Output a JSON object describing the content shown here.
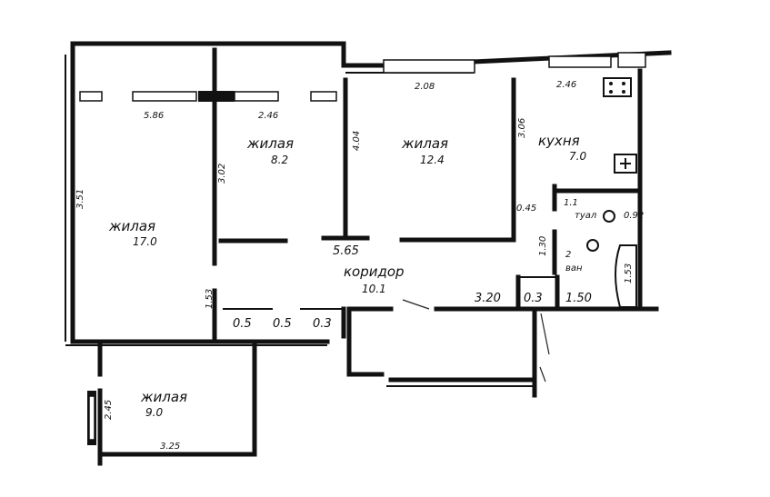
{
  "rooms": {
    "living_large": {
      "label": "жилая",
      "area": "17.0"
    },
    "living_small": {
      "label": "жилая",
      "area": "8.2"
    },
    "living_middle": {
      "label": "жилая",
      "area": "12.4"
    },
    "kitchen": {
      "label": "кухня",
      "area": "7.0"
    },
    "corridor": {
      "label": "коридор",
      "area": "10.1"
    },
    "living_bottom": {
      "label": "жилая",
      "area": "9.0"
    },
    "toilet": {
      "label": "туал",
      "area": "1.1"
    },
    "bath": {
      "label": "ван",
      "area": "2"
    }
  },
  "dimensions": {
    "d_586": "5.86",
    "d_246a": "2.46",
    "d_208": "2.08",
    "d_246b": "2.46",
    "d_351": "3.51",
    "d_302": "3.02",
    "d_404": "4.04",
    "d_306": "3.06",
    "d_565": "5.65",
    "d_045": "0.45",
    "d_130": "1.30",
    "d_153a": "1.53",
    "d_153b": "1.53",
    "d_320": "3.20",
    "d_03": "0.3",
    "d_150": "1.50",
    "d_05a": "0.5",
    "d_05b": "0.5",
    "d_03b": "0.3",
    "d_245": "2.45",
    "d_325": "3.25",
    "d_092": "0.92"
  }
}
